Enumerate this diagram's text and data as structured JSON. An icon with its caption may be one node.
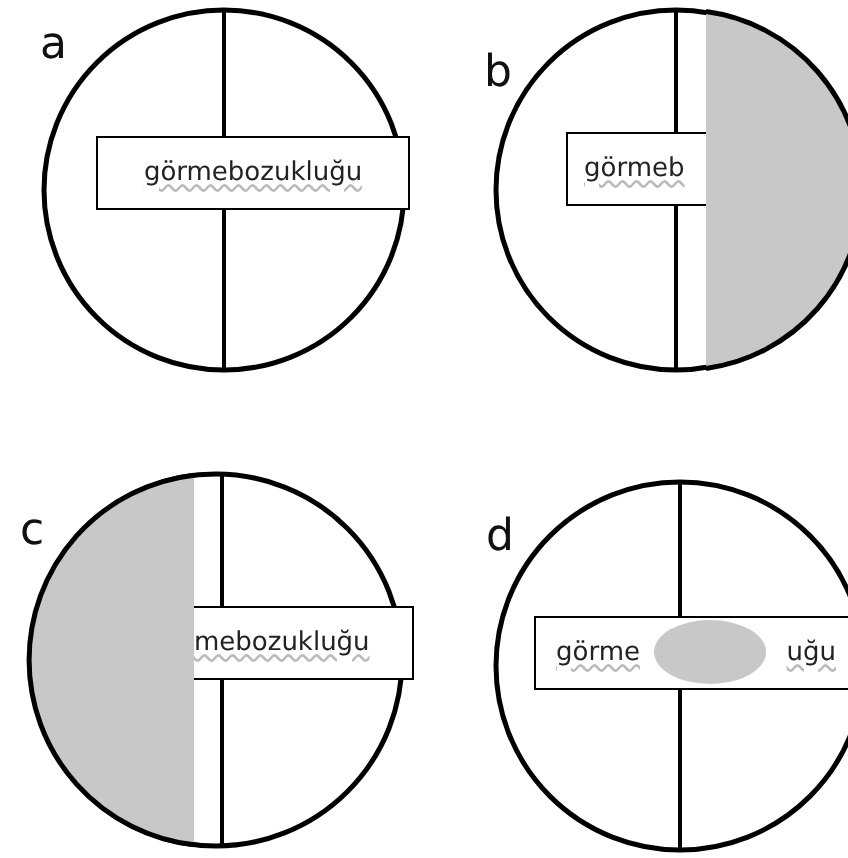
{
  "diagram": {
    "nodes": [
      {
        "text": [
          "görmebozukluğu"
        ]
      },
      {
        "text": [
          "görmeb"
        ]
      },
      {
        "text": [
          "mebozukluğu"
        ]
      },
      {
        "text": [
          "görme",
          "uğu"
        ]
      }
    ],
    "edges": [],
    "labels": [
      "a",
      "b",
      "c",
      "d"
    ]
  }
}
